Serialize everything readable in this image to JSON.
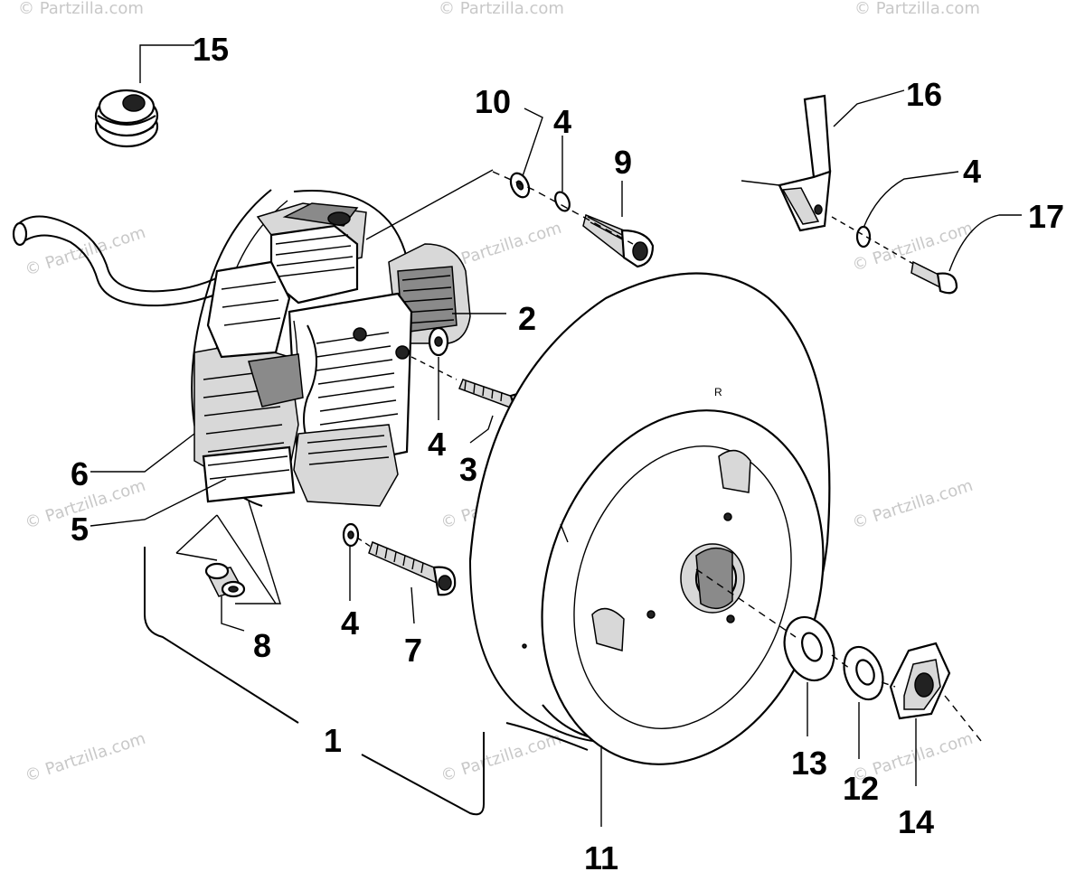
{
  "diagram": {
    "watermark": "© Partzilla.com",
    "callouts": {
      "c1": "1",
      "c2": "2",
      "c3": "3",
      "c4a": "4",
      "c4b": "4",
      "c4c": "4",
      "c4d": "4",
      "c5": "5",
      "c6": "6",
      "c7": "7",
      "c8": "8",
      "c9": "9",
      "c10": "10",
      "c11": "11",
      "c12": "12",
      "c13": "13",
      "c14": "14",
      "c15": "15",
      "c16": "16",
      "c17": "17"
    },
    "flywheel_mark": "R"
  }
}
